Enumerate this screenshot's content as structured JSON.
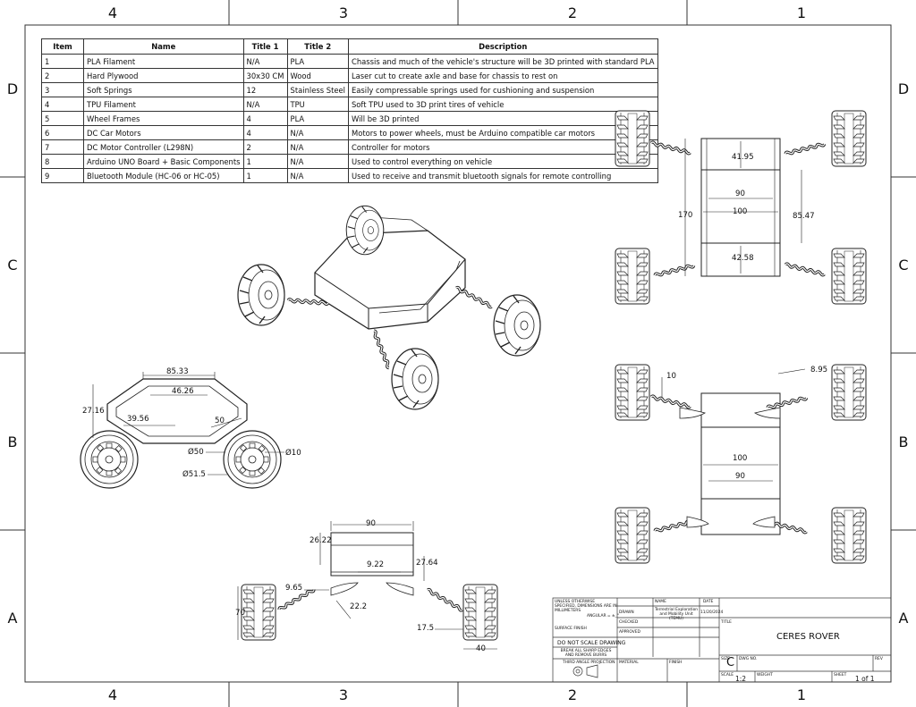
{
  "frame": {
    "columns": [
      "4",
      "3",
      "2",
      "1"
    ],
    "rows": [
      "D",
      "C",
      "B",
      "A"
    ]
  },
  "bom": {
    "headers": [
      "Item",
      "Name",
      "Title 1",
      "Title 2",
      "Description"
    ],
    "rows": [
      [
        "1",
        "PLA Filament",
        "N/A",
        "PLA",
        "Chassis and much of the vehicle's structure will be 3D printed with standard PLA"
      ],
      [
        "2",
        "Hard Plywood",
        "30x30 CM",
        "Wood",
        "Laser cut to create axle and base for chassis to rest on"
      ],
      [
        "3",
        "Soft Springs",
        "12",
        "Stainless Steel",
        "Easily compressable springs used for cushioning and suspension"
      ],
      [
        "4",
        "TPU Filament",
        "N/A",
        "TPU",
        "Soft TPU used to 3D print tires of vehicle"
      ],
      [
        "5",
        "Wheel Frames",
        "4",
        "PLA",
        "Will be 3D printed"
      ],
      [
        "6",
        "DC Car Motors",
        "4",
        "N/A",
        "Motors to power wheels, must be Arduino compatible car motors"
      ],
      [
        "7",
        "DC Motor Controller (L298N)",
        "2",
        "N/A",
        "Controller for motors"
      ],
      [
        "8",
        "Arduino UNO Board + Basic Components",
        "1",
        "N/A",
        "Used to control everything on vehicle"
      ],
      [
        "9",
        "Bluetooth Module (HC-06 or HC-05)",
        "1",
        "N/A",
        "Used to receive and transmit bluetooth signals for remote controlling"
      ]
    ]
  },
  "dims": {
    "top_view": {
      "front": "41.95",
      "inner_width": "90",
      "outer_width": "100",
      "length": "170",
      "side": "85.47",
      "rear": "42.58"
    },
    "bottom_view": {
      "left_arm": "10",
      "right_arm": "8.95",
      "outer_width": "100",
      "inner_width": "90"
    },
    "side_view": {
      "top": "85.33",
      "inner_top": "46.26",
      "height": "27.16",
      "inner_bottom": "39.56",
      "bevel": "50",
      "wheel_dia": "Ø50",
      "hub_dia": "Ø10",
      "tire_dia": "Ø51.5"
    },
    "front_view": {
      "width": "90",
      "height": "26.22",
      "inner": "9.22",
      "side": "27.64",
      "arm_left": "9.65",
      "arm_mid": "22.2",
      "wheel_height": "70",
      "wheel_offset": "17.5",
      "wheel_width": "40"
    }
  },
  "title_block": {
    "tolerance_note": "UNLESS OTHERWISE SPECIFIED, DIMENSIONS ARE IN MILLIMETERS",
    "angular": "ANGULAR = ±_°",
    "surface_finish": "SURFACE FINISH",
    "do_not_scale": "DO NOT SCALE DRAWING",
    "break_edges": "BREAK ALL SHARP EDGES AND REMOVE BURRS",
    "projection": "THIRD ANGLE PROJECTION",
    "material": "MATERIAL",
    "finish": "FINISH",
    "name_header": "NAME",
    "date_header": "DATE",
    "drawn": "DRAWN",
    "drawn_by": "Terrestrial Exploration and Mobility Unit (TEMU)",
    "drawn_date": "11/20/2024",
    "checked": "CHECKED",
    "approved": "APPROVED",
    "title_label": "TITLE",
    "title": "CERES ROVER",
    "size_label": "SIZE",
    "size": "C",
    "dwg_label": "DWG NO.",
    "rev_label": "REV",
    "scale_label": "SCALE",
    "scale": "1:2",
    "weight_label": "WEIGHT",
    "sheet_label": "SHEET",
    "sheet": "1 of 1"
  }
}
